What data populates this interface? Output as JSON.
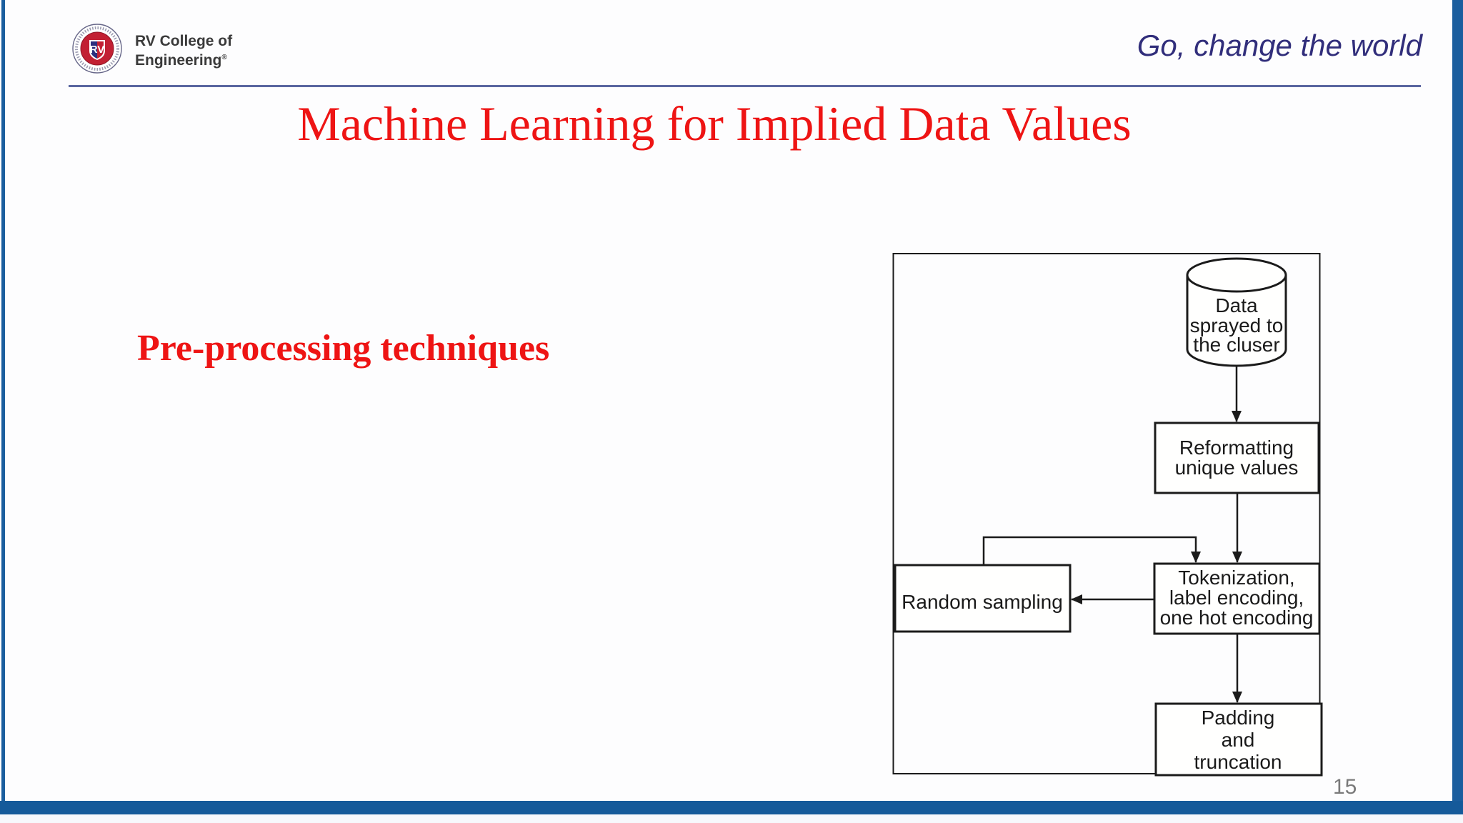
{
  "slide": {
    "title": "Machine Learning for Implied Data Values",
    "subtitle": "Pre-processing techniques",
    "page_number": "15"
  },
  "header": {
    "logo_monogram": "RV",
    "college_name_line1": "RV College of",
    "college_name_line2": "Engineering",
    "registered_symbol": "®",
    "motto": "Go, change the world"
  },
  "colors": {
    "accent_red": "#ee1414",
    "motto_indigo": "#312e7b",
    "frame_blue": "#1b5e9e",
    "footer_bar_blue": "#155a9a",
    "header_rule_slate": "#5a66a0",
    "diagram_ink": "#1b1b1b",
    "page_number_gray": "#7a7a7a"
  },
  "diagram": {
    "nodes": {
      "datastore": {
        "shape": "cylinder",
        "line1": "Data",
        "line2": "sprayed to",
        "line3": "the cluser"
      },
      "reformatting": {
        "shape": "rect",
        "line1": "Reformatting",
        "line2": "unique values"
      },
      "random_sampling": {
        "shape": "rect",
        "line1": "Random sampling"
      },
      "tokenization": {
        "shape": "rect",
        "line1": "Tokenization,",
        "line2": "label encoding,",
        "line3": "one hot encoding"
      },
      "padding": {
        "shape": "rect",
        "line1": "Padding",
        "line2": "and",
        "line3": "truncation"
      }
    },
    "edges": [
      {
        "from": "datastore",
        "to": "reformatting"
      },
      {
        "from": "reformatting",
        "to": "tokenization"
      },
      {
        "from": "random_sampling",
        "to": "tokenization"
      },
      {
        "from": "tokenization",
        "to": "random_sampling"
      },
      {
        "from": "tokenization",
        "to": "padding"
      }
    ]
  }
}
